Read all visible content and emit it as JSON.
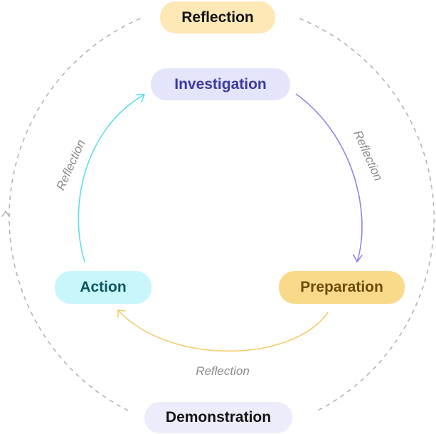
{
  "nodes": {
    "top": "Reflection",
    "investigation": "Investigation",
    "action": "Action",
    "preparation": "Preparation",
    "demonstration": "Demonstration"
  },
  "arrow_labels": {
    "left": "Reflection",
    "right": "Reflection",
    "bottom": "Reflection"
  },
  "colors": {
    "outer_dashed": "#b4b4b4",
    "action_to_investigation": "#5fdce8",
    "investigation_to_preparation": "#8c86e6",
    "preparation_to_action": "#f4cc6a"
  }
}
